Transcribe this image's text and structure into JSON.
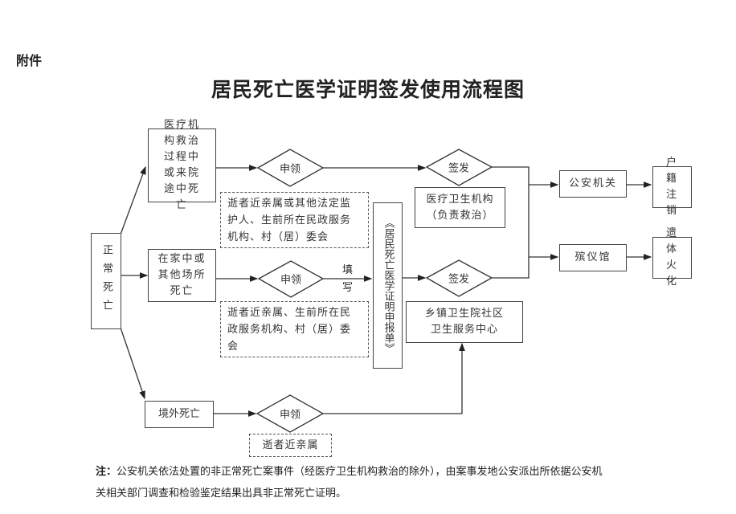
{
  "attachment_label": "附件",
  "title": "居民死亡医学证明签发使用流程图",
  "nodes": {
    "normal_death": "正常死亡",
    "medical_death": "医疗机构救治过程中或来院途中死亡",
    "home_death": "在家中或其他场所死亡",
    "abroad_death": "境外死亡",
    "apply_1": "申领",
    "apply_2": "申领",
    "apply_3": "申领",
    "fill_in": "填写",
    "report_form": "《居民死亡医学证明申报单》",
    "issue_1": "签发",
    "issue_2": "签发",
    "medical_org": "医疗卫生机构（负责救治）",
    "township_center": "乡镇卫生院社区卫生服务中心",
    "police": "公安机关",
    "funeral_home": "殡仪馆",
    "household_cancel": "户籍注销",
    "cremation": "遗体火化"
  },
  "applicants": {
    "medical": "逝者近亲属或其他法定监护人、生前所在民政服务机构、村（居）委会",
    "home": "逝者近亲属、生前所在民政服务机构、村（居）委会",
    "abroad": "逝者近亲属"
  },
  "note": {
    "label": "注：",
    "line1": "公安机关依法处置的非正常死亡案事件（经医疗卫生机构救治的除外），由案事发地公安派出所依据公安机",
    "line2": "关相关部门调查和检验鉴定结果出具非正常死亡证明。"
  }
}
